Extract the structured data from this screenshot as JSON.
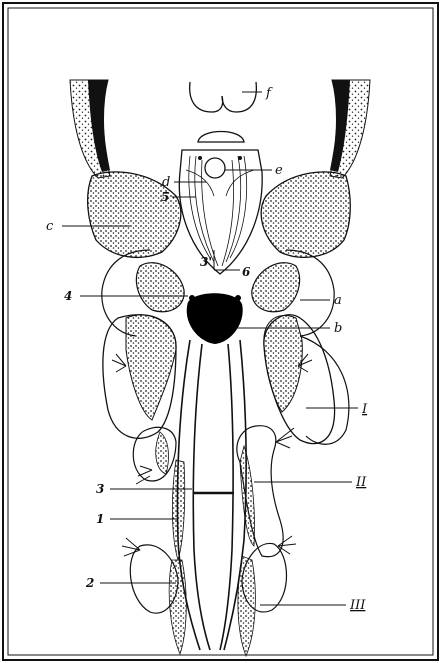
{
  "figure": {
    "labels": {
      "f": "f",
      "e": "e",
      "d": "d",
      "five": "5",
      "c": "c",
      "three_prime": "3'",
      "six": "6",
      "four": "4",
      "a": "a",
      "b": "b",
      "roman_one": "I",
      "three": "3",
      "roman_two": "II",
      "one": "1",
      "two": "2",
      "roman_three": "III"
    }
  }
}
